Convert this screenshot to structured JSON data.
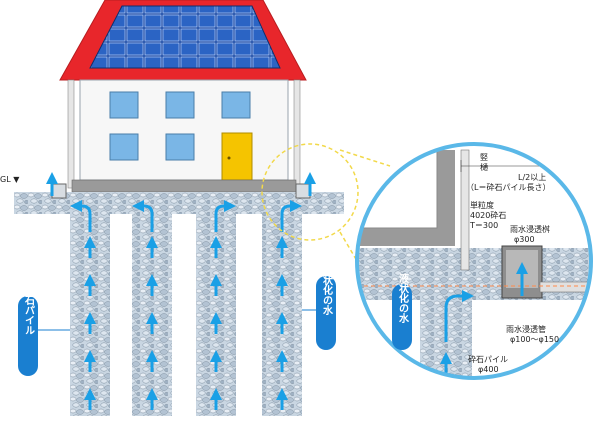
{
  "ground_label": "GL ▼",
  "pile_label": "砕石パイル",
  "liquefied_label": "液状化の水",
  "detail": {
    "liquefied_label": "液状化の水",
    "wall_label_1": "竪",
    "wall_label_2": "樋",
    "length_label": "L/2以上",
    "length_note": "（L＝砕石パイル長さ）",
    "gravel_spec_1": "単粒度",
    "gravel_spec_2": "4020砕石",
    "gravel_spec_3": "T＝300",
    "basin_label_1": "雨水浸透桝",
    "basin_label_2": "φ300",
    "pipe_label_1": "雨水浸透管",
    "pipe_label_2": "φ100～φ150",
    "pile_label_1": "砕石パイル",
    "pile_label_2": "φ400"
  },
  "colors": {
    "roof": "#e8262b",
    "solar": "#1f4fa8",
    "wall": "#f7f7f7",
    "window": "#7ab6e6",
    "door": "#f5c400",
    "gravel": "#aabccc",
    "arrow": "#1aa0e6",
    "label_bg": "#1a7fd0",
    "callout": "#f2d94a",
    "circle_border": "#5ab8e8"
  },
  "icons": {
    "up_arrow": "up-arrow-icon",
    "turn_arrow": "turn-arrow-icon"
  }
}
